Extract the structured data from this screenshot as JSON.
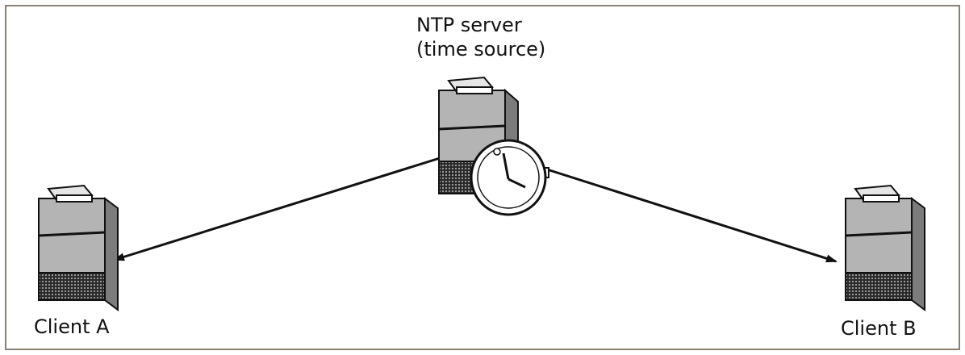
{
  "server": {
    "label_line1": "NTP server",
    "label_line2": "(time source)"
  },
  "clients": {
    "a_label": "Client A",
    "b_label": "Client B"
  },
  "colors": {
    "frame": "#8b8074",
    "tower_body": "#b4b4b4",
    "tower_dark": "#6e6e6e",
    "line": "#111111"
  }
}
